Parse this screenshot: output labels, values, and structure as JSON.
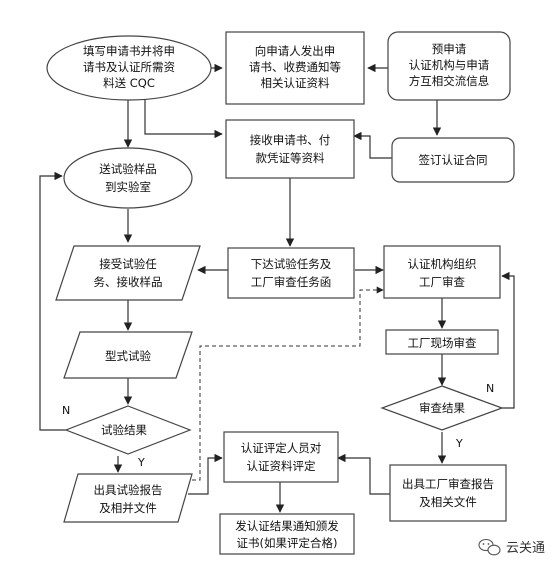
{
  "nodes": {
    "fill_application": [
      "填写申请书并将申",
      "请书及认证所需资",
      "料送 CQC"
    ],
    "issue_application": [
      "向申请人发出申",
      "请书、收费通知等",
      "相关认证资料"
    ],
    "pre_application": [
      "预申请",
      "认证机构与申请",
      "方互相交流信息"
    ],
    "receive_application": [
      "接收申请书、付",
      "款凭证等资料"
    ],
    "sign_contract": [
      "签订认证合同"
    ],
    "send_samples": [
      "送试验样品",
      "到实验室"
    ],
    "accept_task": [
      "接受试验任",
      "务、接收样品"
    ],
    "issue_tasks": [
      "下达试验任务及",
      "工厂审查任务函"
    ],
    "org_factory_review": [
      "认证机构组织",
      "工厂审查"
    ],
    "type_test": [
      "型式试验"
    ],
    "factory_onsite_review": [
      "工厂现场审查"
    ],
    "review_result": [
      "审查结果"
    ],
    "test_result": [
      "试验结果"
    ],
    "evaluation": [
      "认证评定人员对",
      "认证资料评定"
    ],
    "issue_test_report": [
      "出具试验报告",
      "及相并文件"
    ],
    "issue_factory_report": [
      "出具工厂审查报告",
      "及相关文件"
    ],
    "notify_certificate": [
      "发认证结果通知颁发",
      "证书(如果评定合格)"
    ]
  },
  "labels": {
    "test_no": "N",
    "test_yes": "Y",
    "review_no": "N",
    "review_yes": "Y"
  },
  "watermark": {
    "text": "云关通",
    "icon": "wechat-icon"
  }
}
